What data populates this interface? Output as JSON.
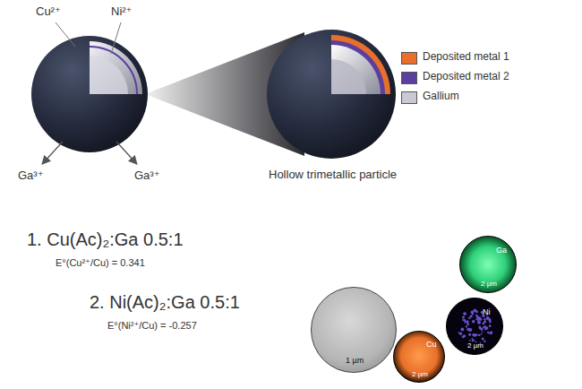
{
  "diagram": {
    "nodes": [
      {
        "text": [
          "1 µm"
        ]
      },
      {
        "text": [
          "Ga",
          "2 µm"
        ]
      },
      {
        "text": [
          "Ni",
          "2 µm"
        ]
      },
      {
        "text": [
          "Cu",
          "2 µm"
        ]
      }
    ],
    "labels": [
      "Cu²⁺",
      "Ni²⁺",
      "Ga³⁺",
      "Ga³⁺",
      "Hollow trimetallic particle",
      "1. Cu(Ac)₂:Ga 0.5:1",
      "E°(Cu²⁺/Cu) = 0.341",
      "2. Ni(Ac)₂:Ga 0.5:1",
      "E°(Ni²⁺/Cu) = -0.257"
    ],
    "legend": [
      {
        "text": "Deposited metal 1",
        "color": "#e8702a"
      },
      {
        "text": "Deposited metal 2",
        "color": "#5b3fa0"
      },
      {
        "text": "Gallium",
        "color": "#c9c9d3"
      }
    ]
  }
}
